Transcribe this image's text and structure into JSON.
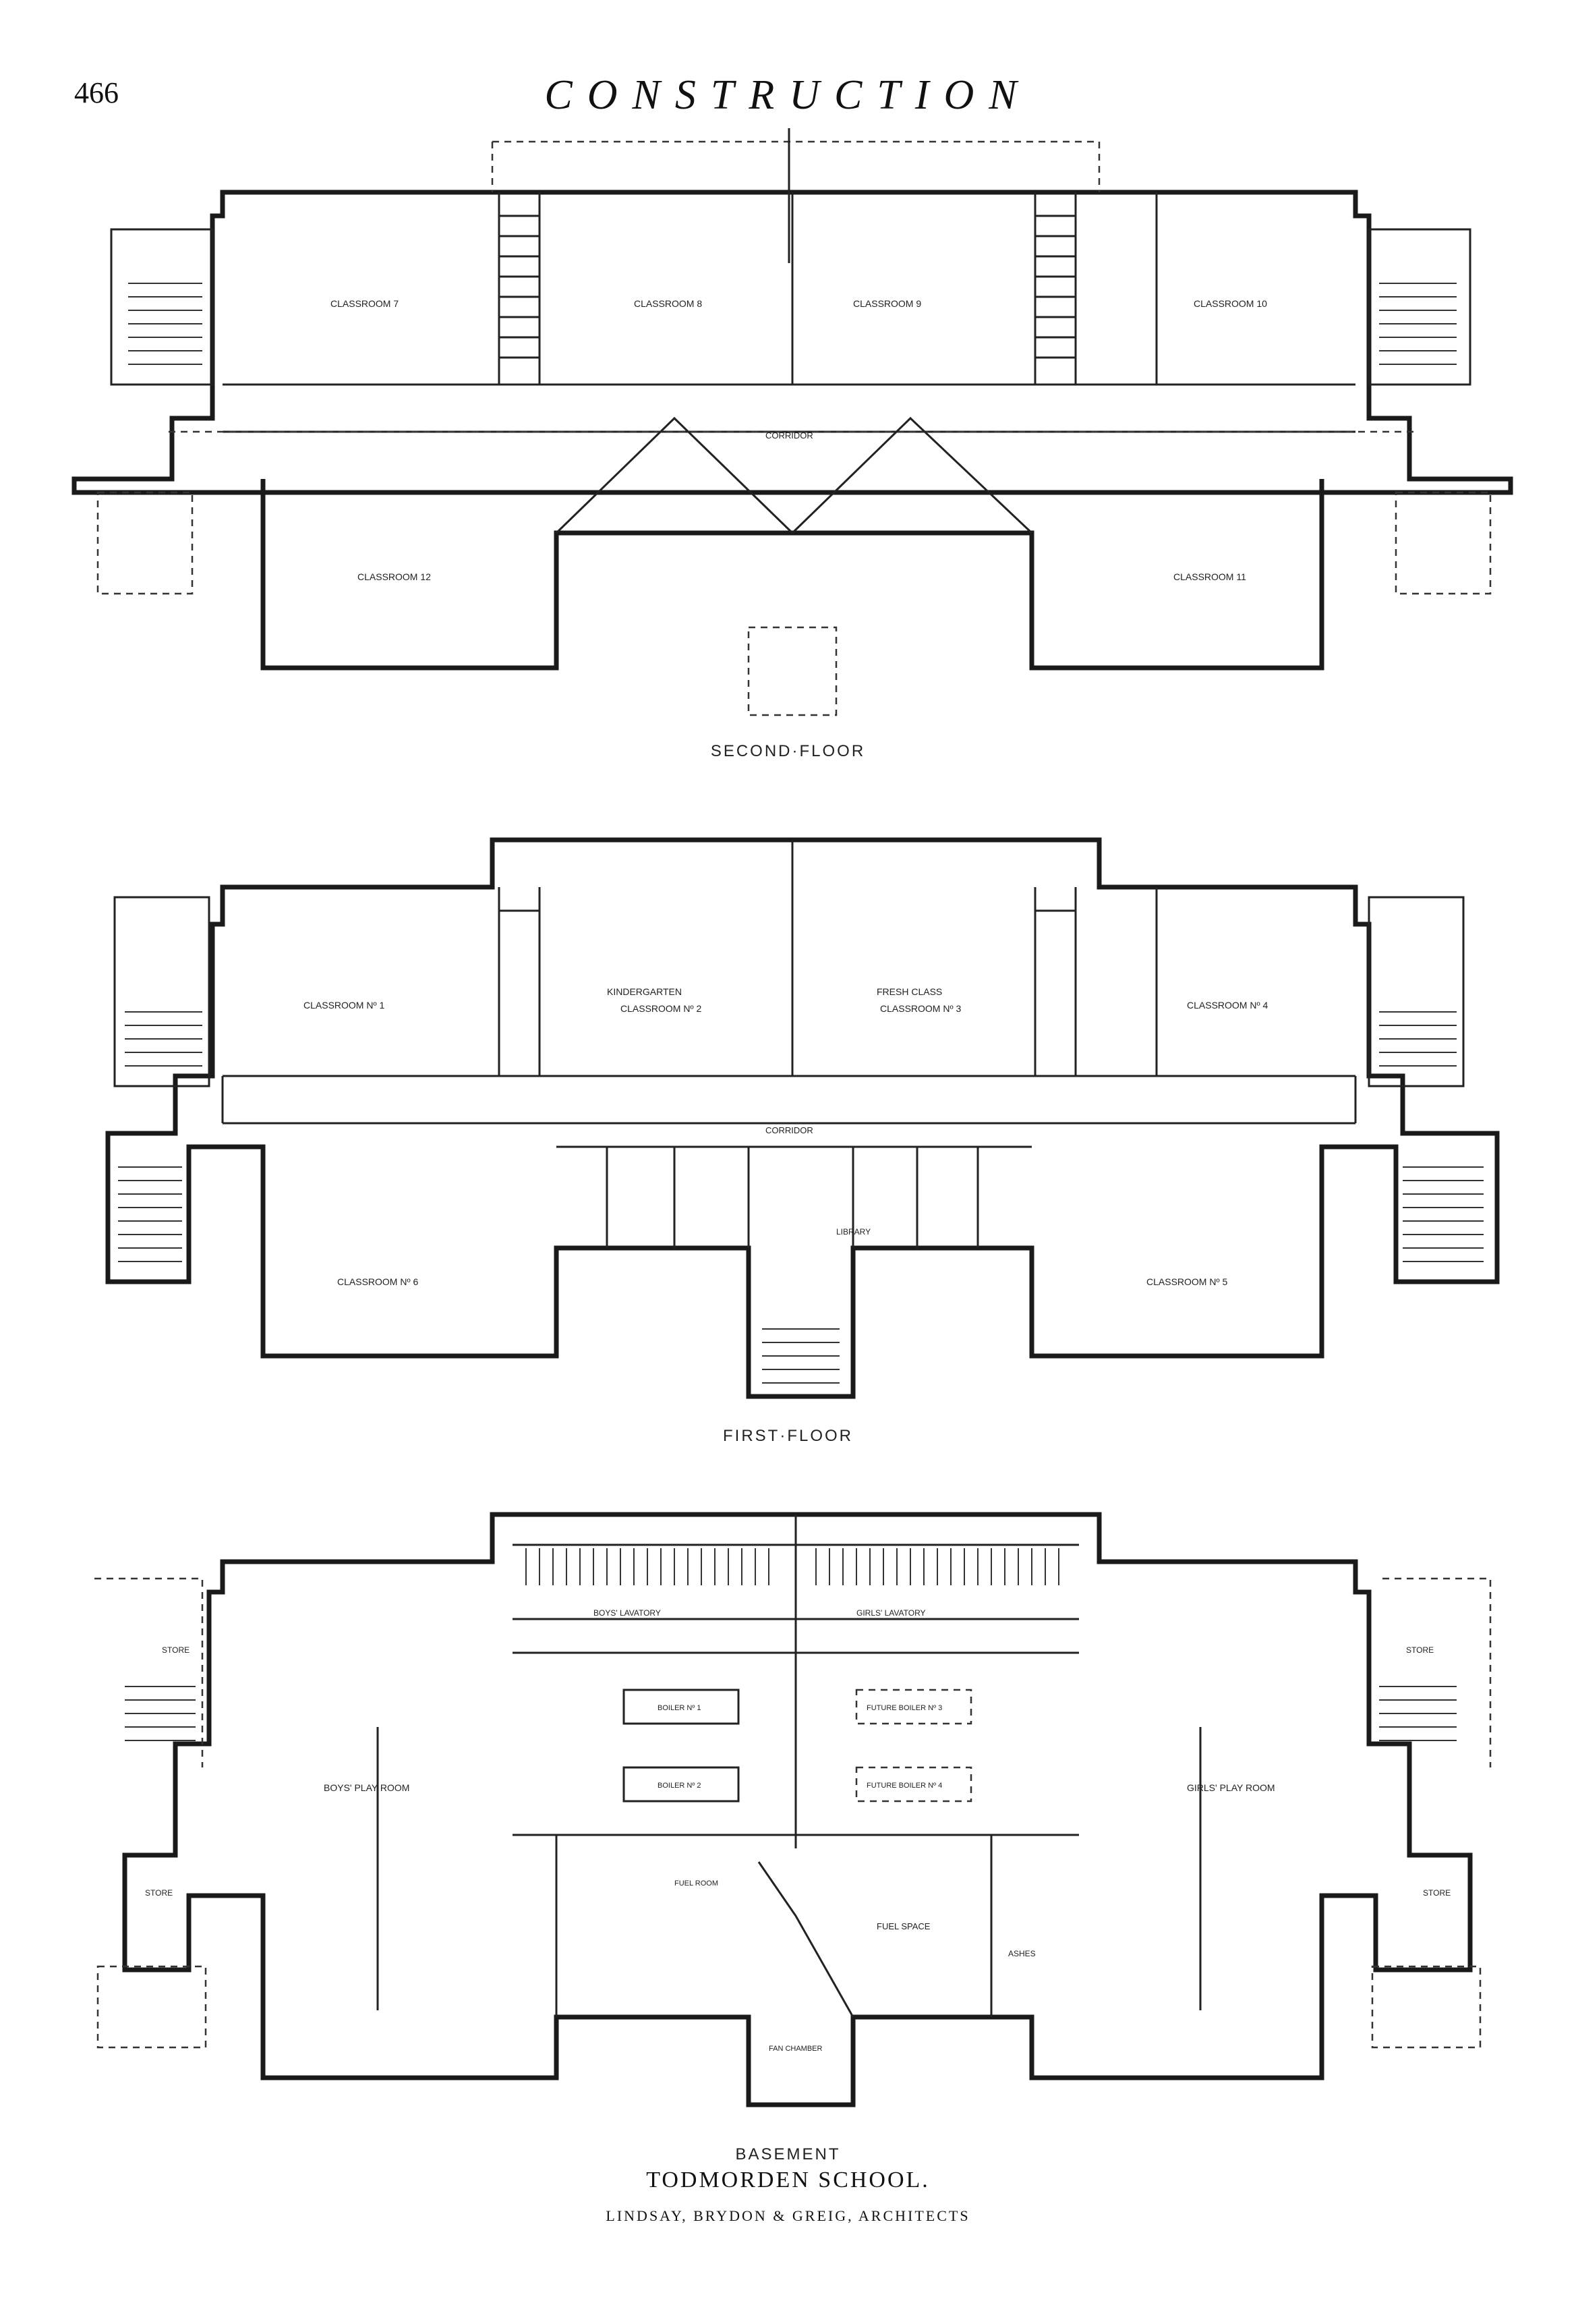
{
  "page": {
    "number": "466",
    "running_head": "CONSTRUCTION"
  },
  "second_floor": {
    "label": "SECOND·FLOOR",
    "rooms": [
      "CLASSROOM 7",
      "CLASSROOM 8",
      "CLASSROOM 9",
      "CLASSROOM 10",
      "CLASSROOM 12",
      "CLASSROOM 11"
    ],
    "corridor": "CORRIDOR"
  },
  "first_floor": {
    "label": "FIRST·FLOOR",
    "rooms": [
      "CLASSROOM Nº 1",
      "KINDERGARTEN",
      "CLASSROOM Nº 2",
      "FRESH CLASS",
      "CLASSROOM Nº 3",
      "CLASSROOM Nº 4",
      "CLASSROOM Nº 6",
      "CLASSROOM Nº 5",
      "LIBRARY"
    ],
    "corridor": "CORRIDOR"
  },
  "basement": {
    "label": "BASEMENT",
    "rooms": [
      "BOYS' PLAY ROOM",
      "GIRLS' PLAY ROOM",
      "BOYS' LAVATORY",
      "GIRLS' LAVATORY",
      "BOILER Nº 1",
      "BOILER Nº 2",
      "FUTURE BOILER Nº 3",
      "FUTURE BOILER Nº 4",
      "FUEL SPACE",
      "ASHES",
      "STORE",
      "STORE",
      "STORE",
      "STORE",
      "FAN CHAMBER",
      "FUEL ROOM"
    ]
  },
  "caption": {
    "title": "TODMORDEN SCHOOL.",
    "credit": "LINDSAY, BRYDON & GREIG, ARCHITECTS"
  }
}
